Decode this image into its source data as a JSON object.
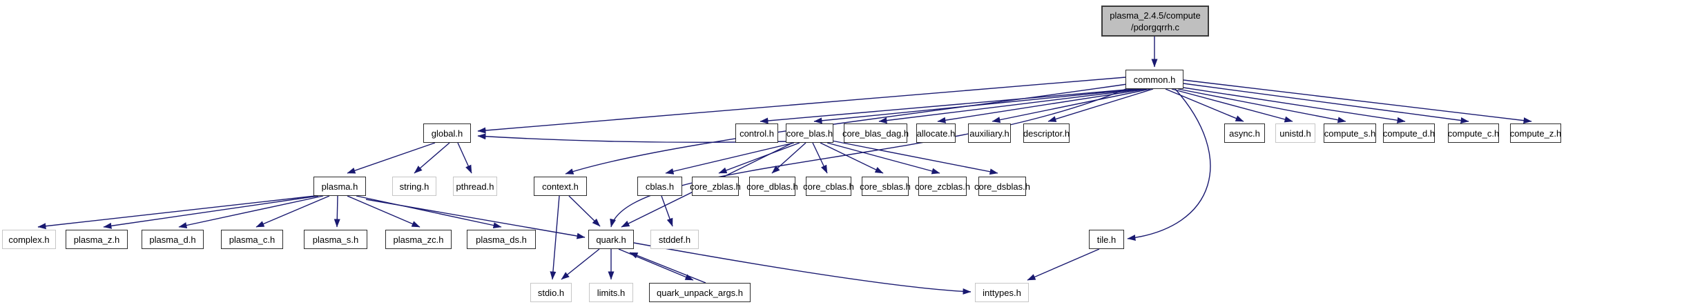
{
  "diagram_type": "include-dependency-graph",
  "colors": {
    "edge": "#191970",
    "node_fill": "#ffffff",
    "node_border": "#2b2b2b",
    "external_border": "#c6c6c6",
    "root_fill": "#bfbfbf",
    "text": "#000000"
  },
  "nodes": {
    "root": {
      "line1": "plasma_2.4.5/compute",
      "line2": "/pdorgqrrh.c",
      "kind": "root"
    },
    "common": {
      "label": "common.h",
      "kind": "project"
    },
    "global": {
      "label": "global.h",
      "kind": "project"
    },
    "control": {
      "label": "control.h",
      "kind": "project"
    },
    "core_blas": {
      "label": "core_blas.h",
      "kind": "project"
    },
    "core_blas_dag": {
      "label": "core_blas_dag.h",
      "kind": "project"
    },
    "allocate": {
      "label": "allocate.h",
      "kind": "project"
    },
    "auxiliary": {
      "label": "auxiliary.h",
      "kind": "project"
    },
    "descriptor": {
      "label": "descriptor.h",
      "kind": "project"
    },
    "async": {
      "label": "async.h",
      "kind": "project"
    },
    "unistd": {
      "label": "unistd.h",
      "kind": "external"
    },
    "compute_s": {
      "label": "compute_s.h",
      "kind": "project"
    },
    "compute_d": {
      "label": "compute_d.h",
      "kind": "project"
    },
    "compute_c": {
      "label": "compute_c.h",
      "kind": "project"
    },
    "compute_z": {
      "label": "compute_z.h",
      "kind": "project"
    },
    "plasma": {
      "label": "plasma.h",
      "kind": "project"
    },
    "string": {
      "label": "string.h",
      "kind": "external"
    },
    "pthread": {
      "label": "pthread.h",
      "kind": "external"
    },
    "context": {
      "label": "context.h",
      "kind": "project"
    },
    "cblas": {
      "label": "cblas.h",
      "kind": "project"
    },
    "core_zblas": {
      "label": "core_zblas.h",
      "kind": "project"
    },
    "core_dblas": {
      "label": "core_dblas.h",
      "kind": "project"
    },
    "core_cblas": {
      "label": "core_cblas.h",
      "kind": "project"
    },
    "core_sblas": {
      "label": "core_sblas.h",
      "kind": "project"
    },
    "core_zcblas": {
      "label": "core_zcblas.h",
      "kind": "project"
    },
    "core_dsblas": {
      "label": "core_dsblas.h",
      "kind": "project"
    },
    "complex": {
      "label": "complex.h",
      "kind": "external"
    },
    "plasma_z": {
      "label": "plasma_z.h",
      "kind": "project"
    },
    "plasma_d": {
      "label": "plasma_d.h",
      "kind": "project"
    },
    "plasma_c": {
      "label": "plasma_c.h",
      "kind": "project"
    },
    "plasma_s": {
      "label": "plasma_s.h",
      "kind": "project"
    },
    "plasma_zc": {
      "label": "plasma_zc.h",
      "kind": "project"
    },
    "plasma_ds": {
      "label": "plasma_ds.h",
      "kind": "project"
    },
    "quark": {
      "label": "quark.h",
      "kind": "project"
    },
    "stddef": {
      "label": "stddef.h",
      "kind": "external"
    },
    "tile": {
      "label": "tile.h",
      "kind": "project"
    },
    "stdio": {
      "label": "stdio.h",
      "kind": "external"
    },
    "limits": {
      "label": "limits.h",
      "kind": "external"
    },
    "quark_unpack": {
      "label": "quark_unpack_args.h",
      "kind": "project"
    },
    "inttypes": {
      "label": "inttypes.h",
      "kind": "external"
    }
  },
  "edges": [
    {
      "from": "root",
      "to": "common"
    },
    {
      "from": "common",
      "to": "global"
    },
    {
      "from": "core_blas",
      "to": "global"
    },
    {
      "from": "common",
      "to": "control"
    },
    {
      "from": "common",
      "to": "core_blas"
    },
    {
      "from": "common",
      "to": "core_blas_dag"
    },
    {
      "from": "common",
      "to": "allocate"
    },
    {
      "from": "common",
      "to": "auxiliary"
    },
    {
      "from": "common",
      "to": "descriptor"
    },
    {
      "from": "common",
      "to": "async"
    },
    {
      "from": "common",
      "to": "unistd"
    },
    {
      "from": "common",
      "to": "compute_s"
    },
    {
      "from": "common",
      "to": "compute_d"
    },
    {
      "from": "common",
      "to": "compute_c"
    },
    {
      "from": "common",
      "to": "compute_z"
    },
    {
      "from": "common",
      "to": "context"
    },
    {
      "from": "common",
      "to": "quark"
    },
    {
      "from": "common",
      "to": "tile"
    },
    {
      "from": "global",
      "to": "plasma"
    },
    {
      "from": "global",
      "to": "string"
    },
    {
      "from": "global",
      "to": "pthread"
    },
    {
      "from": "plasma",
      "to": "complex"
    },
    {
      "from": "plasma",
      "to": "plasma_z"
    },
    {
      "from": "plasma",
      "to": "plasma_d"
    },
    {
      "from": "plasma",
      "to": "plasma_c"
    },
    {
      "from": "plasma",
      "to": "plasma_s"
    },
    {
      "from": "plasma",
      "to": "plasma_zc"
    },
    {
      "from": "plasma",
      "to": "plasma_ds"
    },
    {
      "from": "plasma",
      "to": "quark"
    },
    {
      "from": "context",
      "to": "stdio"
    },
    {
      "from": "context",
      "to": "quark"
    },
    {
      "from": "core_blas",
      "to": "cblas"
    },
    {
      "from": "core_blas",
      "to": "core_zblas"
    },
    {
      "from": "core_blas",
      "to": "core_dblas"
    },
    {
      "from": "core_blas",
      "to": "core_cblas"
    },
    {
      "from": "core_blas",
      "to": "core_sblas"
    },
    {
      "from": "core_blas",
      "to": "core_zcblas"
    },
    {
      "from": "core_blas",
      "to": "core_dsblas"
    },
    {
      "from": "core_blas",
      "to": "quark"
    },
    {
      "from": "cblas",
      "to": "stddef"
    },
    {
      "from": "quark",
      "to": "stdio"
    },
    {
      "from": "quark",
      "to": "limits"
    },
    {
      "from": "quark",
      "to": "quark_unpack"
    },
    {
      "from": "quark_unpack",
      "to": "quark"
    },
    {
      "from": "quark",
      "to": "inttypes"
    },
    {
      "from": "tile",
      "to": "inttypes"
    }
  ]
}
